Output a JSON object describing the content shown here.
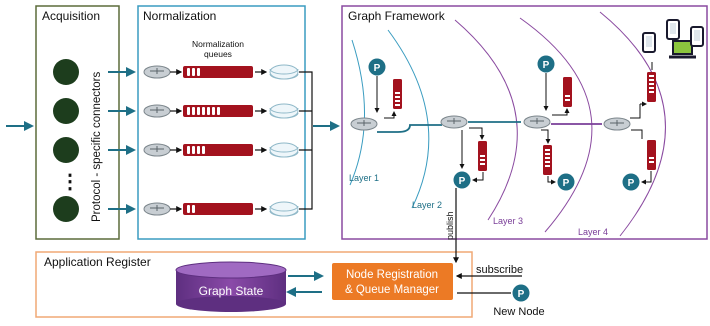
{
  "panels": {
    "acquisition": "Acquisition",
    "normalization": "Normalization",
    "graph_framework": "Graph Framework",
    "application_register": "Application Register"
  },
  "acquisition": {
    "connectors_label": "Protocol - specific connectors",
    "ellipsis": "⋮"
  },
  "normalization": {
    "queues_label_line1": "Normalization",
    "queues_label_line2": "queues"
  },
  "graph": {
    "layers": [
      "Layer 1",
      "Layer 2",
      "Layer 3",
      "Layer 4"
    ],
    "publisher_glyph": "P",
    "publish_label": "publish"
  },
  "register": {
    "graph_state": "Graph State",
    "manager_line1": "Node Registration",
    "manager_line2": "& Queue Manager",
    "subscribe_label": "subscribe",
    "new_node": "New Node"
  },
  "colors": {
    "connector_fill": "#1d3d1d",
    "queue_red": "#a3121e",
    "teal": "#1e6f86",
    "purple": "#7a3e98",
    "orange": "#ec7a25",
    "panel_green": "#5b6b3a",
    "panel_blue": "#3a9cc0",
    "panel_purple": "#8a4aa0",
    "panel_orange": "#f0a875"
  }
}
